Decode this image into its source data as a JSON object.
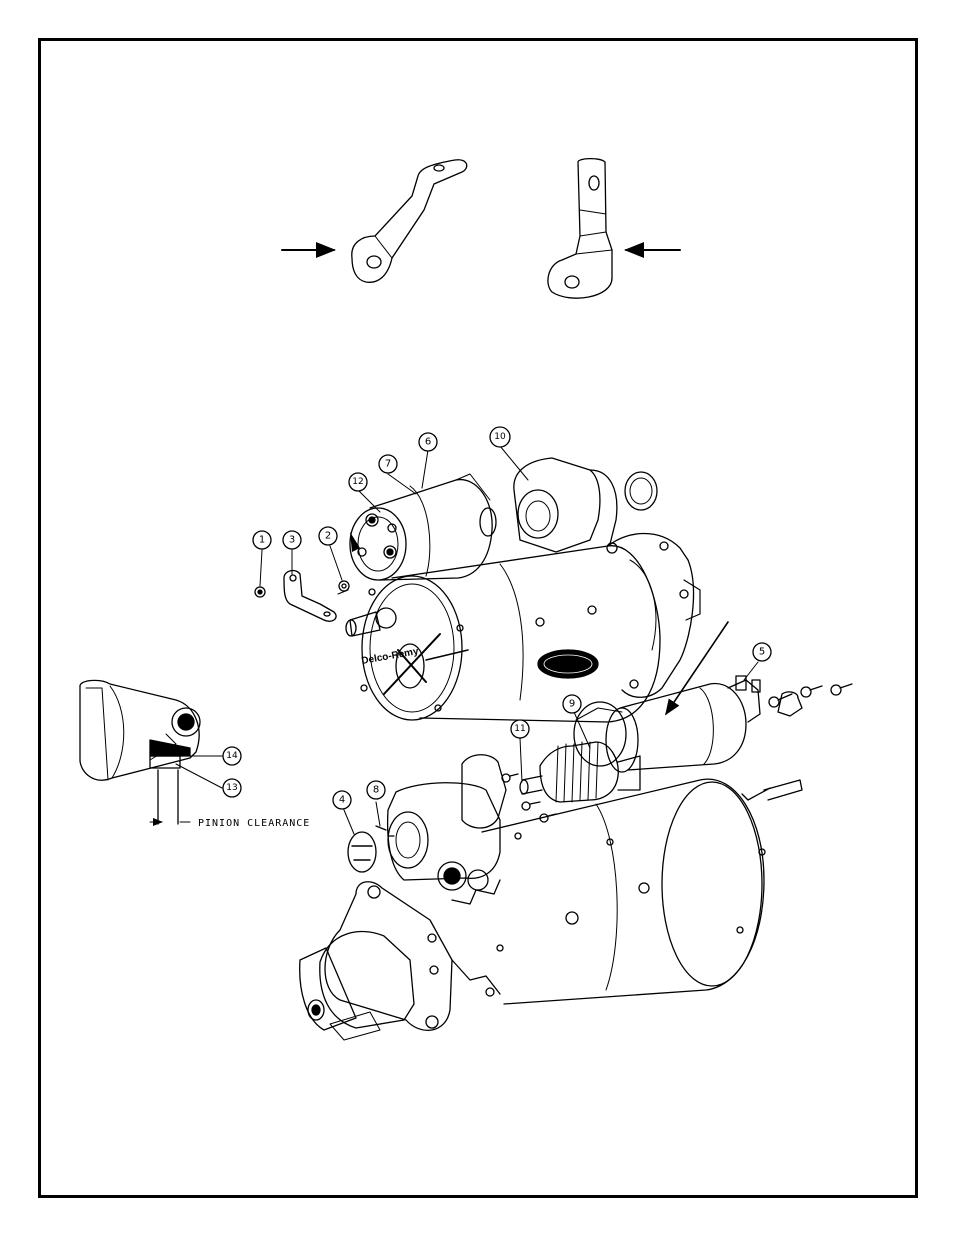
{
  "callouts": [
    {
      "id": "c1",
      "label": "1"
    },
    {
      "id": "c2",
      "label": "2"
    },
    {
      "id": "c3",
      "label": "3"
    },
    {
      "id": "c4",
      "label": "4"
    },
    {
      "id": "c5",
      "label": "5"
    },
    {
      "id": "c6",
      "label": "6"
    },
    {
      "id": "c7",
      "label": "7"
    },
    {
      "id": "c8",
      "label": "8"
    },
    {
      "id": "c9",
      "label": "9"
    },
    {
      "id": "c10",
      "label": "10"
    },
    {
      "id": "c11",
      "label": "11"
    },
    {
      "id": "c12",
      "label": "12"
    },
    {
      "id": "c13",
      "label": "13"
    },
    {
      "id": "c14",
      "label": "14"
    }
  ],
  "detail": {
    "note": "PINION CLEARANCE"
  },
  "logo": {
    "text": "Delco-Remy"
  },
  "colors": {
    "line": "#000000",
    "paper": "#ffffff"
  }
}
